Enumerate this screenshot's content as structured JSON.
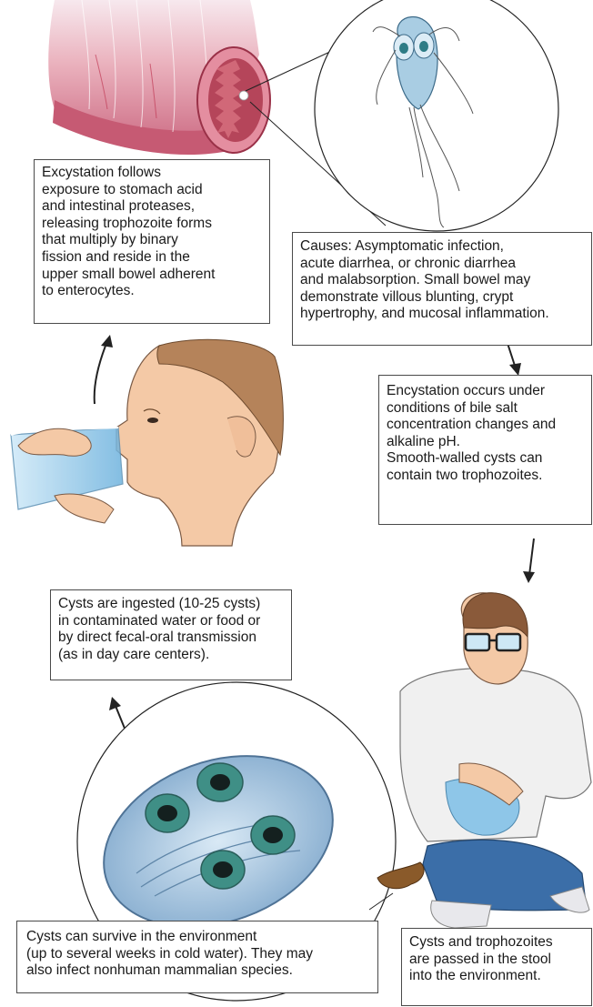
{
  "boxes": {
    "excystation": "Excystation follows\nexposure to stomach acid\nand intestinal proteases,\nreleasing trophozoite forms\nthat multiply by binary\nfission and reside in the\nupper small bowel adherent\nto enterocytes.",
    "causes": "Causes: Asymptomatic infection,\nacute diarrhea, or chronic diarrhea\nand malabsorption. Small bowel may\ndemonstrate villous blunting, crypt\nhypertrophy, and mucosal inflammation.",
    "encystation": "Encystation occurs under\nconditions of bile salt\nconcentration changes and\nalkaline pH.\nSmooth-walled cysts can\ncontain two trophozoites.",
    "ingestion": "Cysts are ingested (10-25 cysts)\nin contaminated water or food or\nby direct fecal-oral transmission\n(as in day care centers).",
    "survival": "Cysts can survive in the environment\n(up to several weeks in cold water). They may\nalso infect nonhuman mammalian species.",
    "stool": "Cysts and trophozoites\nare passed in the stool\ninto the environment."
  },
  "colors": {
    "intestine": "#d98a9a",
    "intestine_inner": "#b5455a",
    "trophozoite": "#9ec3d8",
    "cyst_wall": "#a9c8de",
    "cyst_nucleus": "#3f8f86",
    "skin": "#f4c9a6",
    "hair": "#b5835a",
    "shirt": "#f0f0f0",
    "pants": "#3b6ea8",
    "water": "#8ec6e8"
  },
  "icons": [
    "intestine-illustration",
    "trophozoite-illustration",
    "drinking-woman-illustration",
    "cyst-illustration",
    "squatting-man-illustration"
  ]
}
